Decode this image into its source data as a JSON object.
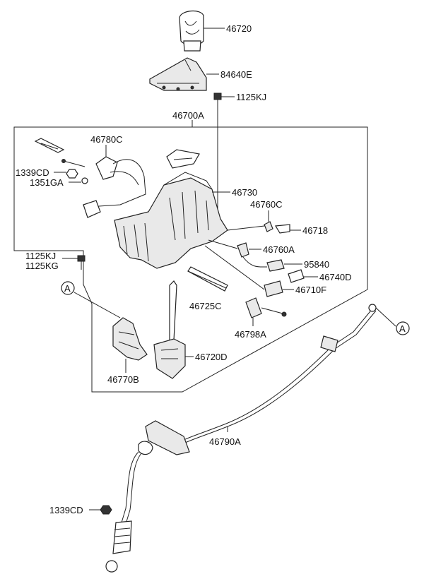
{
  "labels": {
    "p46720": "46720",
    "p84640e": "84640E",
    "p1125kj_top": "1125KJ",
    "p46700a": "46700A",
    "p46780c": "46780C",
    "p1339cd_a": "1339CD",
    "p1351ga": "1351GA",
    "p46730": "46730",
    "p46760c": "46760C",
    "p46718": "46718",
    "p46760a": "46760A",
    "p95840": "95840",
    "p46740d": "46740D",
    "p46710f": "46710F",
    "p46725c": "46725C",
    "p46798a": "46798A",
    "p1125kj_mid": "1125KJ",
    "p1125kg": "1125KG",
    "p46720d": "46720D",
    "p46770b": "46770B",
    "p46790a": "46790A",
    "p1339cd_b": "1339CD",
    "ref_a_left": "A",
    "ref_a_right": "A"
  }
}
